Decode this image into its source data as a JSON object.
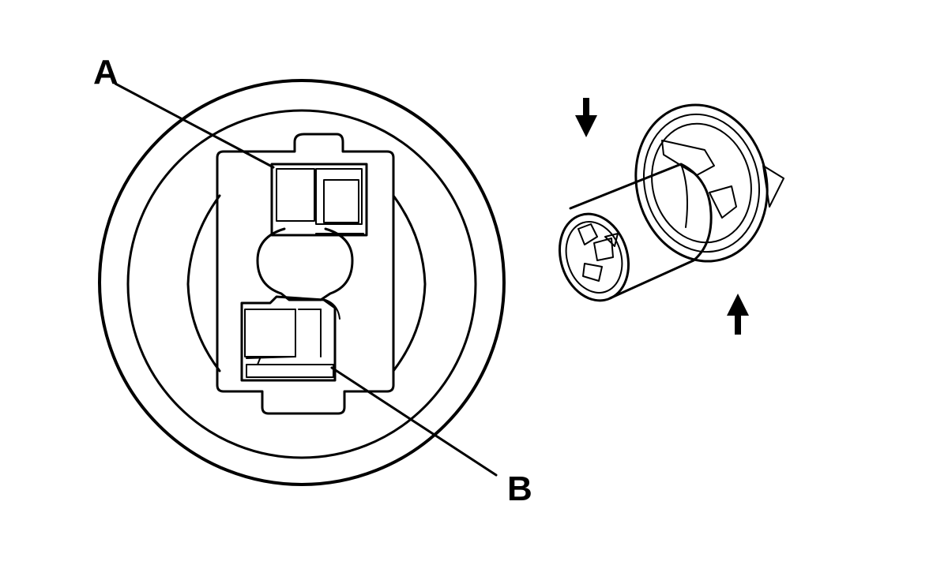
{
  "diagram": {
    "callouts": [
      {
        "id": "A",
        "label": "A"
      },
      {
        "id": "B",
        "label": "B"
      }
    ],
    "colors": {
      "line": "#000000",
      "background": "#ffffff"
    }
  }
}
